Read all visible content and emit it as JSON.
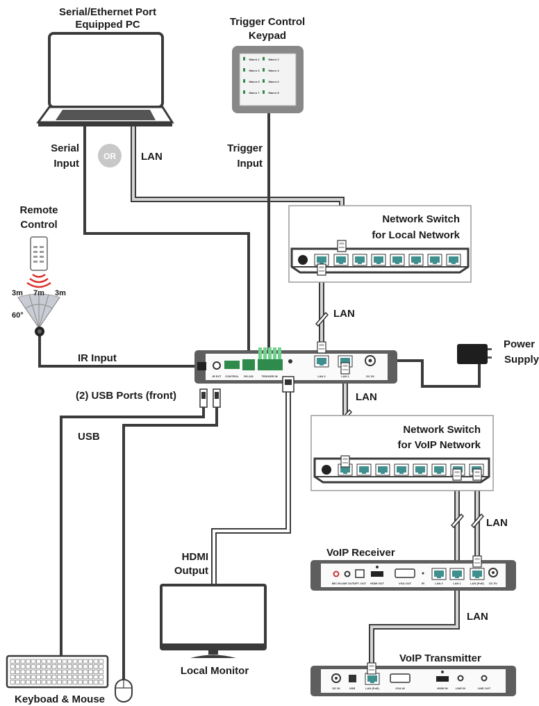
{
  "devices": {
    "pc": {
      "title_line1": "Serial/Ethernet Port",
      "title_line2": "Equipped PC"
    },
    "keypad": {
      "title_line1": "Trigger Control",
      "title_line2": "Keypad",
      "buttons": [
        "Macro 1",
        "Macro 2",
        "Macro 3",
        "Macro 4",
        "Macro 5",
        "Macro 6",
        "Macro 7",
        "Macro 8"
      ]
    },
    "remote": {
      "title_line1": "Remote",
      "title_line2": "Control",
      "range_left": "3m",
      "range_center": "7m",
      "range_right": "3m",
      "angle": "60°"
    },
    "switch_local": {
      "title_line1": "Network Switch",
      "title_line2": "for Local Network"
    },
    "switch_voip": {
      "title_line1": "Network Switch",
      "title_line2": "for VoIP Network"
    },
    "power": {
      "title_line1": "Power",
      "title_line2": "Supply"
    },
    "voip_receiver": {
      "title": "VoIP Receiver"
    },
    "voip_transmitter": {
      "title": "VoIP Transmitter"
    },
    "monitor": {
      "title": "Local Monitor"
    },
    "keyboard": {
      "title": "Keyboad & Mouse"
    }
  },
  "connections": {
    "serial_input_line1": "Serial",
    "serial_input_line2": "Input",
    "or_badge": "OR",
    "lan_pc": "LAN",
    "trigger_input_line1": "Trigger",
    "trigger_input_line2": "Input",
    "lan_local": "LAN",
    "ir_input": "IR Input",
    "usb_ports": "(2) USB Ports (front)",
    "usb": "USB",
    "lan_voip": "LAN",
    "hdmi_line1": "HDMI",
    "hdmi_line2": "Output",
    "lan_receiver": "LAN",
    "lan_transmitter": "LAN"
  },
  "panel_labels": {
    "main": [
      "IR EXT",
      "CONTROL",
      "RS-232",
      "TRIGGER IN",
      "LAN 2",
      "LAN 1",
      "DC 5V"
    ],
    "receiver": [
      "MIC IN",
      "LINE OUT",
      "OPT. OUT",
      "HDMI OUT",
      "VGA OUT",
      "IR",
      "LAN 2",
      "LAN 1",
      "LAN (PoE)",
      "DC 5V"
    ],
    "transmitter": [
      "DC IN",
      "USB",
      "LAN (PoE)",
      "VGA IN",
      "HDMI IN",
      "LINE IN",
      "LINE OUT"
    ]
  }
}
